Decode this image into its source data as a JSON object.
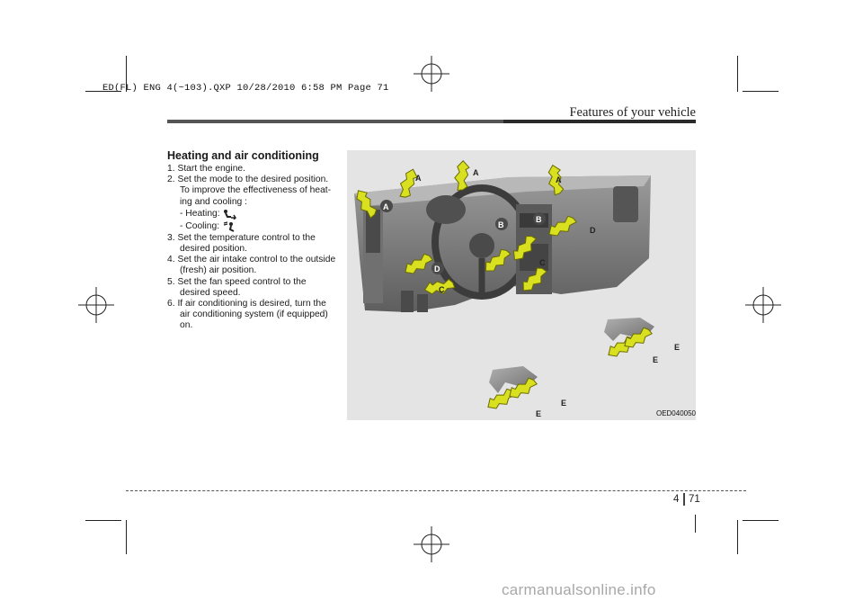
{
  "slug": "ED(FL) ENG 4(~103).QXP  10/28/2010  6:58 PM  Page 71",
  "header": {
    "title": "Features of your vehicle"
  },
  "section": {
    "heading": "Heating and air conditioning",
    "steps": [
      {
        "text": "1. Start the engine."
      },
      {
        "text": "2. Set the mode to the desired position.",
        "sub": "To improve the effectiveness of heat-ing and cooling :"
      },
      {
        "text": "3. Set the temperature control to the",
        "sub": "desired position."
      },
      {
        "text": "4. Set the air intake control to the outside",
        "sub": "(fresh) air position."
      },
      {
        "text": "5. Set the fan speed control to the",
        "sub": "desired speed."
      },
      {
        "text": "6. If air conditioning is desired, turn the",
        "sub": "air conditioning system (if equipped) on."
      }
    ],
    "modes": [
      {
        "label": "- Heating:",
        "icon": "heating-mode-icon"
      },
      {
        "label": "- Cooling:",
        "icon": "cooling-mode-icon"
      }
    ]
  },
  "figure": {
    "code": "OED040050",
    "vent_labels": {
      "a": "A",
      "b": "B",
      "c": "C",
      "d": "D",
      "e": "E"
    }
  },
  "footer": {
    "chapter": "4",
    "page": "71"
  },
  "watermark": "carmanualsonline.info",
  "colors": {
    "arrow_yellow": "#d8e020",
    "arrow_outline": "#6a6a00",
    "rule": "#555555"
  }
}
